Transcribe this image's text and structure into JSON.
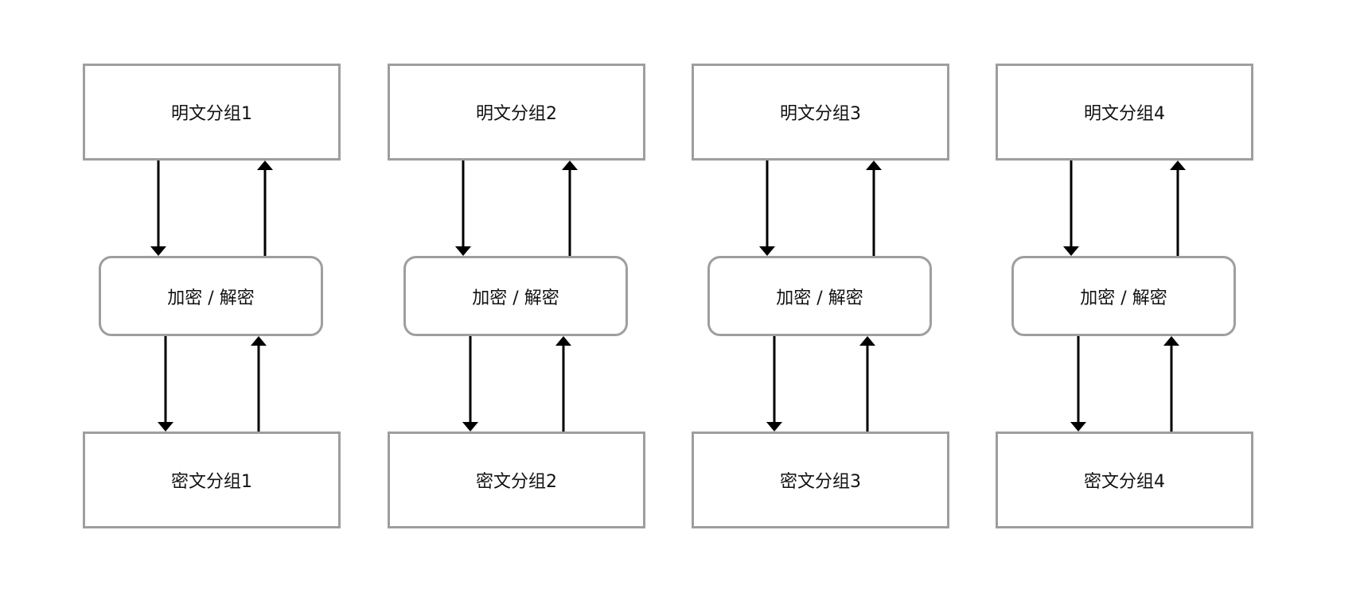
{
  "columns": [
    {
      "plaintext": "明文分组1",
      "cipher": "加密 / 解密",
      "ciphertext": "密文分组1"
    },
    {
      "plaintext": "明文分组2",
      "cipher": "加密 / 解密",
      "ciphertext": "密文分组2"
    },
    {
      "plaintext": "明文分组3",
      "cipher": "加密 / 解密",
      "ciphertext": "密文分组3"
    },
    {
      "plaintext": "明文分组4",
      "cipher": "加密 / 解密",
      "ciphertext": "密文分组4"
    }
  ],
  "colors": {
    "box_border": "#9e9e9e",
    "arrow": "#000000",
    "background": "#ffffff"
  }
}
